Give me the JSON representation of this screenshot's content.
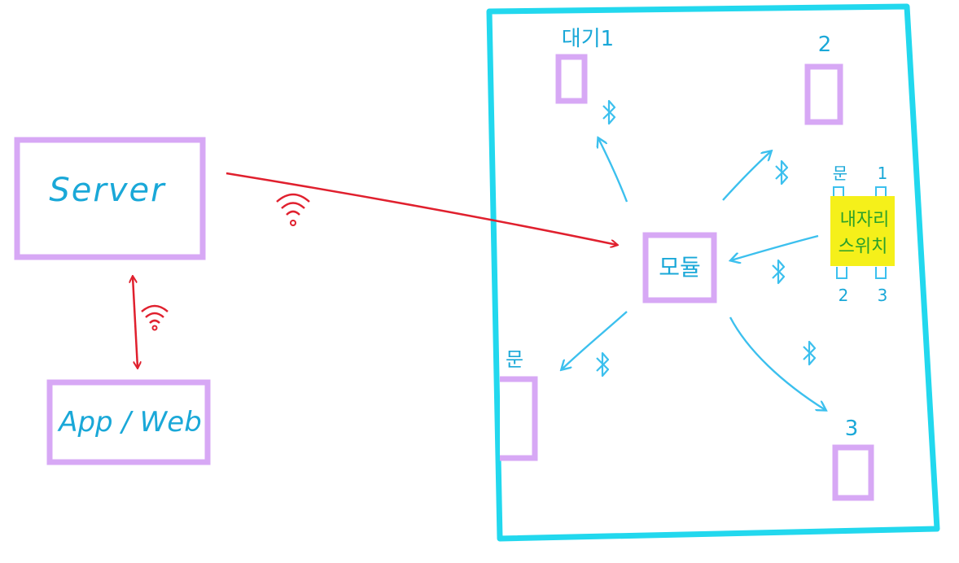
{
  "nodes": {
    "server": "Server",
    "app_web": "App / Web",
    "module": "모듈",
    "waiting": "대기1",
    "seat2": "2",
    "seat3": "3",
    "door": "문",
    "switch_line1": "내자리",
    "switch_line2": "스위치",
    "switch_pin_door": "문",
    "switch_pin_1": "1",
    "switch_pin_2": "2",
    "switch_pin_3": "3"
  },
  "icons": {
    "wifi": "wifi-icon",
    "bluetooth": "bluetooth-icon"
  },
  "colors": {
    "box": "#d7a8f5",
    "text_blue": "#1aa8d8",
    "room": "#22d8ee",
    "bt_blue": "#3cc0ee",
    "red": "#e0202e",
    "switch_fill": "#f5f01a",
    "switch_text": "#2aa02a"
  }
}
